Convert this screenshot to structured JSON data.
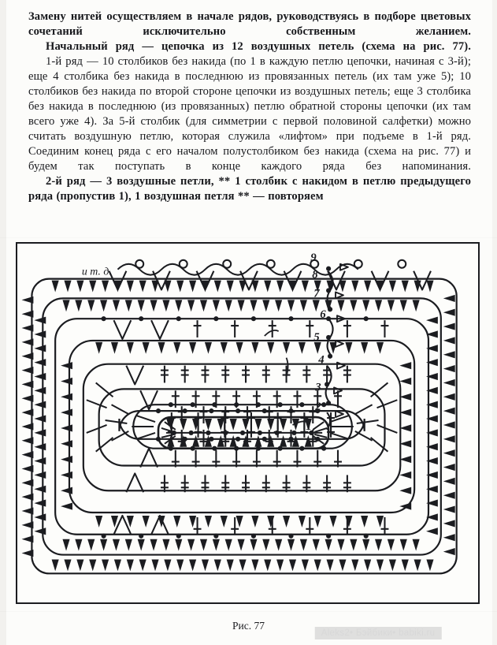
{
  "document": {
    "figure_caption": "Рис. 77",
    "watermark": "Aleks2• Бэйбики• babiki.ru",
    "paragraphs": [
      {
        "id": "p1",
        "text": "Замену нитей осуществляем в начале рядов, руководствуясь в подборе цветовых сочетаний   исключительно собственным желанием."
      },
      {
        "id": "p2",
        "text": "Начальный ряд — цепочка из 12 воздушных петель (схема на рис. 77)."
      },
      {
        "id": "p3",
        "lead_italic": "1-й ряд — 10",
        "text": "1-й ряд — 10  столбиков без накида (по 1 в каждую петлю цепочки, начиная с 3-й);  еще 4 столбика без накида в последнюю из провязанных петель (их там уже 5); 10 столбиков без накида по второй стороне цепочки из воздушных петель; еще 3 столбика без накида в последнюю (из провязанных) петлю обратной стороны цепочки (их там всего уже 4). За 5-й столбик (для симметрии с первой половиной салфетки)  можно считать воздушную петлю, которая служила «лифтом» при подъеме в 1-й ряд. Соединим конец ряда с его началом полустолбиком без накида (схема на рис. 77) и будем так поступать в конце каждого ряда без напоминания."
      },
      {
        "id": "p4",
        "lead_italic": "2-й ряд",
        "text": "2-й ряд — 3 воздушные петли, ** 1 столбик с накидом в петлю предыдущего ряда (пропустив 1), 1 воздушная петля ** — повторяем"
      }
    ],
    "figure": {
      "label_etc": "и т. д.",
      "row_numbers": [
        "1",
        "2",
        "3",
        "4",
        "5",
        "6",
        "7",
        "8",
        "9"
      ],
      "initial_chain_loops": 12,
      "description": "Схема вязания прямоугольной салфетки крючком: концентрические ряды столбиков без накида, столбиков с накидом и вееров из воздушных петель вокруг центральной цепочки.",
      "ink_color": "#1b1c20",
      "paper_color": "#fdfdfb"
    }
  }
}
